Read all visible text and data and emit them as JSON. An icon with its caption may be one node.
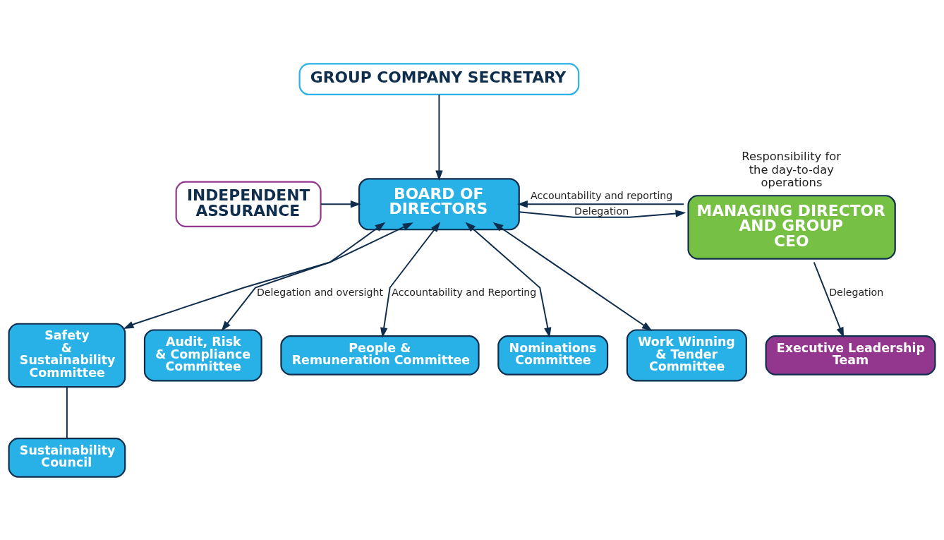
{
  "diagram": {
    "nodes": [
      {
        "text": [
          "BOARD OF DIRECTORS"
        ]
      },
      {
        "text": [
          "MANAGING DIRECTOR AND GROUP CEO"
        ],
        "beside": [
          "Responsibility for the day-to-day operations"
        ]
      },
      {
        "text": [
          "INDEPENDENT ASSURANCE"
        ]
      },
      {
        "text": [
          "GROUP COMPANY SECRETARY"
        ]
      },
      {
        "text": [
          "Safety & Sustainability Committee"
        ]
      },
      {
        "text": [
          "Audit, Risk & Compliance Committee"
        ]
      },
      {
        "text": [
          "People & Remuneration Committee"
        ]
      },
      {
        "text": [
          "Nominations Committee"
        ]
      },
      {
        "text": [
          "Work Winning & Tender Committee"
        ]
      },
      {
        "text": [
          "Executive Leadership Team"
        ]
      },
      {
        "text": [
          "Sustainability Council"
        ]
      }
    ],
    "edges": [
      {
        "from": 1,
        "to": 0,
        "arrow": "to",
        "label": "Accountability and reporting"
      },
      {
        "from": 0,
        "to": 1,
        "arrow": "to",
        "label": "Delegation"
      },
      {
        "from": 2,
        "to": 0,
        "arrow": "to"
      },
      {
        "from": 3,
        "to": 0,
        "arrow": "to"
      },
      {
        "from": 0,
        "to": 4,
        "arrow": "both"
      },
      {
        "from": 0,
        "to": 5,
        "arrow": "both",
        "label": "Delegation and oversight"
      },
      {
        "from": 0,
        "to": 6,
        "arrow": "both",
        "label": "Accountability and Reporting"
      },
      {
        "from": 0,
        "to": 7,
        "arrow": "both"
      },
      {
        "from": 0,
        "to": 8,
        "arrow": "both"
      },
      {
        "from": 1,
        "to": 9,
        "arrow": "to",
        "label": "Delegation"
      },
      {
        "from": 4,
        "to": 10,
        "arrow": "none"
      }
    ]
  }
}
